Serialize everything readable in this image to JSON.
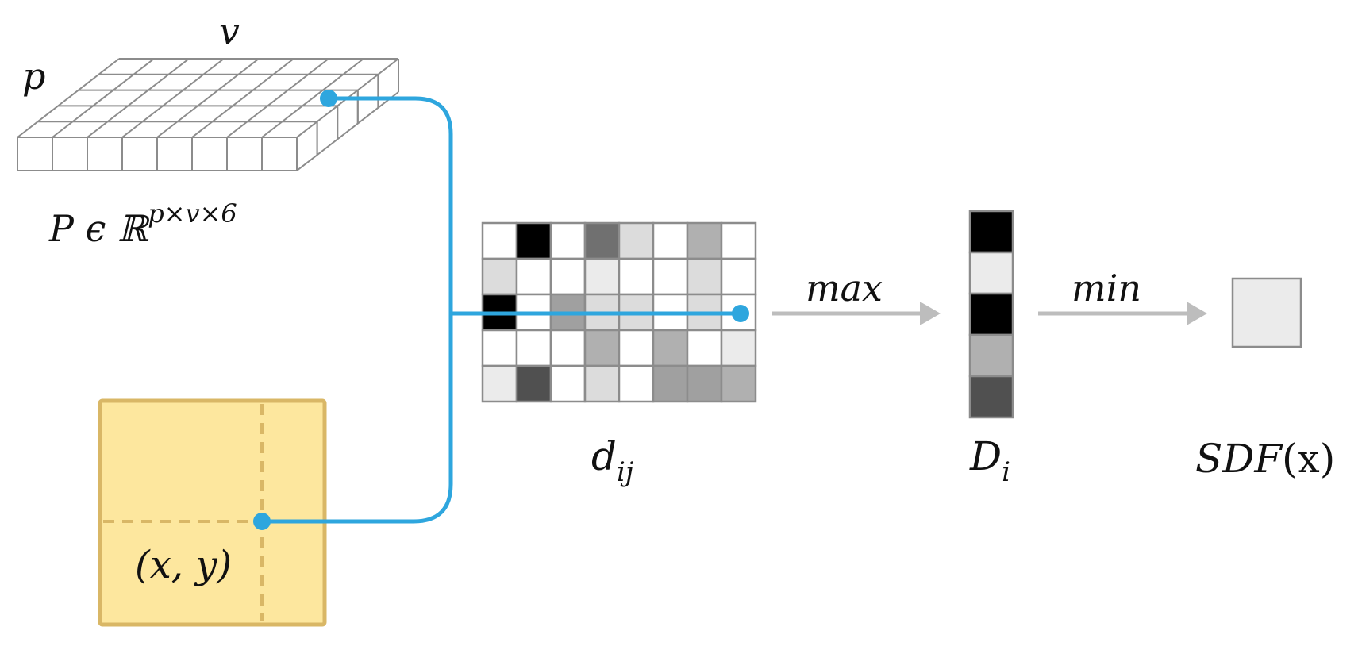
{
  "labels": {
    "p": "p",
    "v": "v",
    "tensor_main": "P ϵ ℝ",
    "tensor_sup": "p×v×6",
    "d_main": "d",
    "d_sub": "ij",
    "D_main": "D",
    "D_sub": "i",
    "sdf_italic": "SDF",
    "sdf_arg": "(x)",
    "max": "max",
    "min": "min",
    "point": "(x, y)"
  },
  "matrix": {
    "rows": 5,
    "cols": 8,
    "shades": [
      [
        "#ffffff",
        "#000000",
        "#ffffff",
        "#707070",
        "#dcdcdc",
        "#ffffff",
        "#b0b0b0",
        "#ffffff"
      ],
      [
        "#dcdcdc",
        "#ffffff",
        "#ffffff",
        "#ebebeb",
        "#ffffff",
        "#ffffff",
        "#dcdcdc",
        "#ffffff"
      ],
      [
        "#000000",
        "#ffffff",
        "#a0a0a0",
        "#dcdcdc",
        "#dcdcdc",
        "#ffffff",
        "#dcdcdc",
        "#ffffff"
      ],
      [
        "#ffffff",
        "#ffffff",
        "#ffffff",
        "#b0b0b0",
        "#ffffff",
        "#b0b0b0",
        "#ffffff",
        "#ebebeb"
      ],
      [
        "#ebebeb",
        "#505050",
        "#ffffff",
        "#dcdcdc",
        "#ffffff",
        "#a0a0a0",
        "#a0a0a0",
        "#b0b0b0"
      ]
    ]
  },
  "vector": {
    "shades": [
      "#000000",
      "#ebebeb",
      "#000000",
      "#b0b0b0",
      "#505050"
    ]
  },
  "output": {
    "shade": "#ebebeb"
  },
  "colors": {
    "connector": "#2ea6de",
    "grid_stroke": "#8c8c8c",
    "arrow": "#bdbdbd",
    "patch_fill": "#fde79e",
    "patch_stroke": "#d9b766"
  }
}
